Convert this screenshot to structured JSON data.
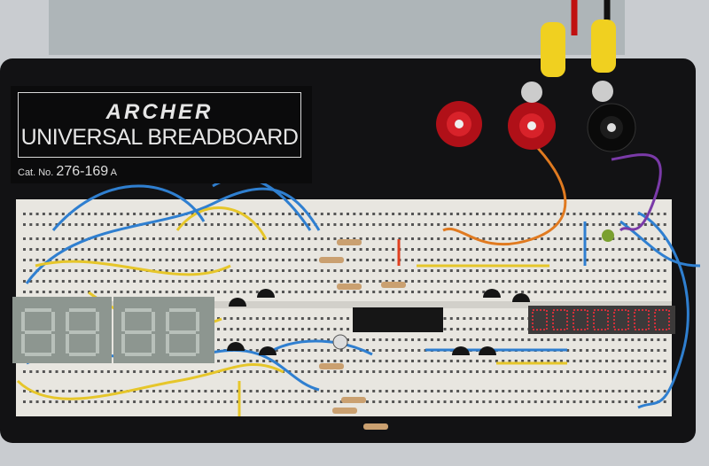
{
  "label": {
    "brand": "ARCHER",
    "product": "UNIVERSAL BREADBOARD",
    "catalog_prefix": "Cat. No.",
    "catalog_number": "276-169",
    "catalog_suffix": "A"
  },
  "colors": {
    "wall": "#c9ccd0",
    "board": "#121214",
    "breadboard": "#e8e6e0",
    "wire_blue": "#2f7fd0",
    "wire_yellow": "#e6c62a",
    "post_red": "#c0141c",
    "post_black": "#101010",
    "lug_yellow": "#f0d020"
  }
}
